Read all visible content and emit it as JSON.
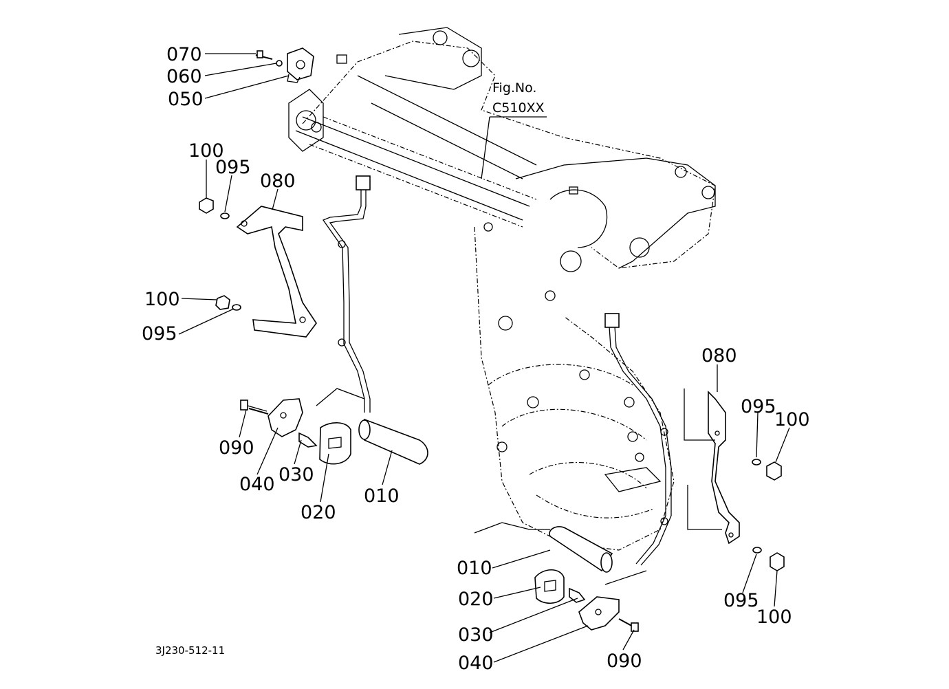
{
  "figure_ref": {
    "line1": "Fig.No.",
    "line2": "C510XX"
  },
  "drawing_number": "3J230-512-11",
  "labels": {
    "l070": "070",
    "l060": "060",
    "l050": "050",
    "l100a": "100",
    "l095a": "095",
    "l080a": "080",
    "l100b": "100",
    "l095b": "095",
    "l090a": "090",
    "l040a": "040",
    "l030a": "030",
    "l020a": "020",
    "l010a": "010",
    "l080b": "080",
    "l095c": "095",
    "l100c": "100",
    "l095d": "095",
    "l100d": "100",
    "l010b": "010",
    "l020b": "020",
    "l030b": "030",
    "l040b": "040",
    "l090b": "090"
  }
}
